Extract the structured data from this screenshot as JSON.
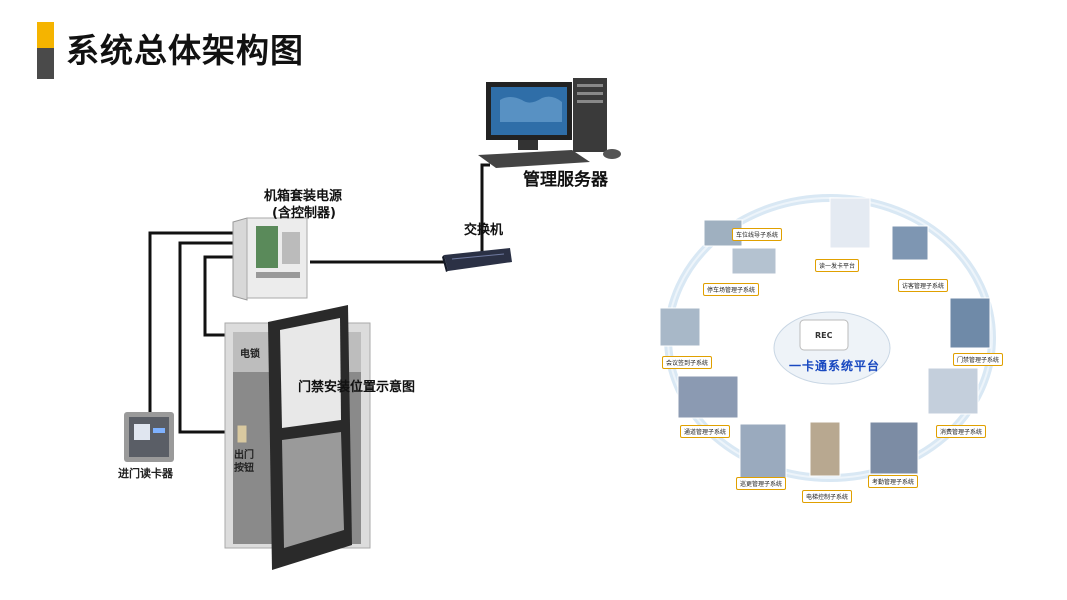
{
  "title": "系统总体架构图",
  "labels": {
    "server": "管理服务器",
    "switch": "交换机",
    "power_box_line1": "机箱套装电源",
    "power_box_line2": "(含控制器)",
    "card_reader": "进门读卡器",
    "electric_lock": "电锁",
    "exit_button_line1": "出门",
    "exit_button_line2": "按钮",
    "door_diagram": "门禁安装位置示意图"
  },
  "ring": {
    "center_text": "一卡通系统平台",
    "card_text": "REC",
    "subsystems": [
      "车位线导子系统",
      "读一发卡平台",
      "访客管理子系统",
      "停车场管理子系统",
      "门禁管理子系统",
      "会议签到子系统",
      "消费管理子系统",
      "通道管理子系统",
      "巡更管理子系统",
      "考勤管理子系统",
      "电梯控制子系统"
    ]
  },
  "colors": {
    "accent": "#f5b400",
    "dark": "#4a4a4a",
    "ring": "#d9e8f4",
    "center_text": "#1848c0"
  }
}
